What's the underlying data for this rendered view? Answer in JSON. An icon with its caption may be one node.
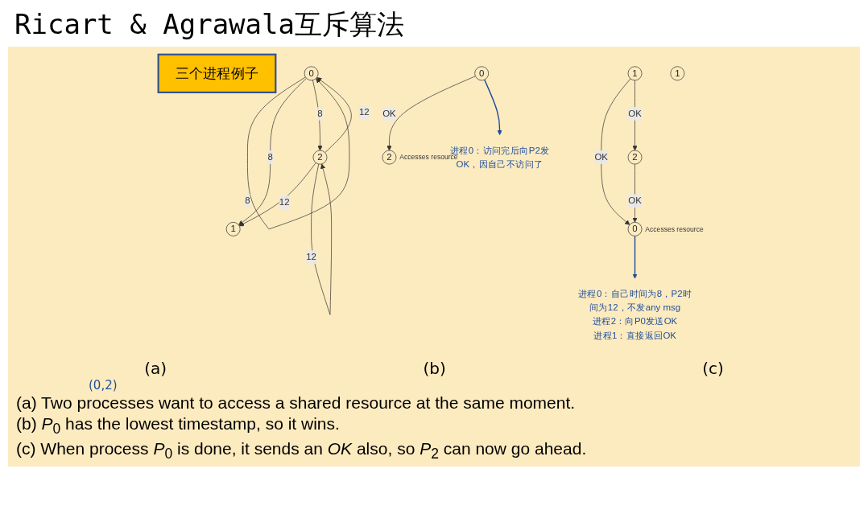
{
  "diagram": {
    "title": "Ricart & Agrawala互斥算法",
    "nodes": [
      {
        "text": [
          "三个进程例子"
        ]
      },
      {
        "text": [
          "0"
        ]
      },
      {
        "text": [
          "1"
        ]
      },
      {
        "text": [
          "2"
        ]
      },
      {
        "text": [
          "0"
        ],
        "beside": [
          "Accesses resource"
        ]
      },
      {
        "text": [
          "1"
        ]
      },
      {
        "text": [
          "2"
        ]
      },
      {
        "text": [
          "0"
        ]
      },
      {
        "text": [
          "1"
        ]
      },
      {
        "text": [
          "2"
        ],
        "beside": [
          "Accesses resource"
        ]
      },
      {
        "text": [
          "进程0：自己时间为8，P2时间为12，不发any msg",
          "进程2：向P0发送OK",
          "进程1：直接返回OK"
        ]
      },
      {
        "text": [
          "进程0：访问完后向P2发OK，因自己不访问了"
        ]
      }
    ],
    "edges": [
      {
        "from": 1,
        "to": 1,
        "arrow": "to",
        "label": "8"
      },
      {
        "from": 1,
        "to": 2,
        "arrow": "to",
        "label": "8"
      },
      {
        "from": 1,
        "to": 3,
        "arrow": "to",
        "label": "8"
      },
      {
        "from": 3,
        "to": 1,
        "arrow": "to",
        "label": "12"
      },
      {
        "from": 3,
        "to": 2,
        "arrow": "to",
        "label": "12"
      },
      {
        "from": 3,
        "to": 3,
        "arrow": "to",
        "label": "12"
      },
      {
        "from": 5,
        "to": 4,
        "arrow": "to",
        "label": "OK"
      },
      {
        "from": 6,
        "to": 4,
        "arrow": "to",
        "label": "OK"
      },
      {
        "from": 5,
        "to": 6,
        "arrow": "to",
        "label": "OK"
      },
      {
        "from": 7,
        "to": 9,
        "arrow": "to",
        "label": "OK"
      },
      {
        "from": 4,
        "to": 10,
        "arrow": "to",
        "color": "#1f4e9a"
      },
      {
        "from": 7,
        "to": 11,
        "arrow": "to",
        "color": "#1f4e9a"
      }
    ],
    "labels": [
      "(a)",
      "(b)",
      "(c)",
      "(0,2)",
      "(a) Two processes want to access a shared resource at the same moment.",
      "(b) *P*$_{0}$ has the lowest timestamp, so it wins.",
      "(c) When process *P*$_{0}$ is done, it sends an *OK* also, so *P*$_{2}$ can now go ahead."
    ]
  }
}
